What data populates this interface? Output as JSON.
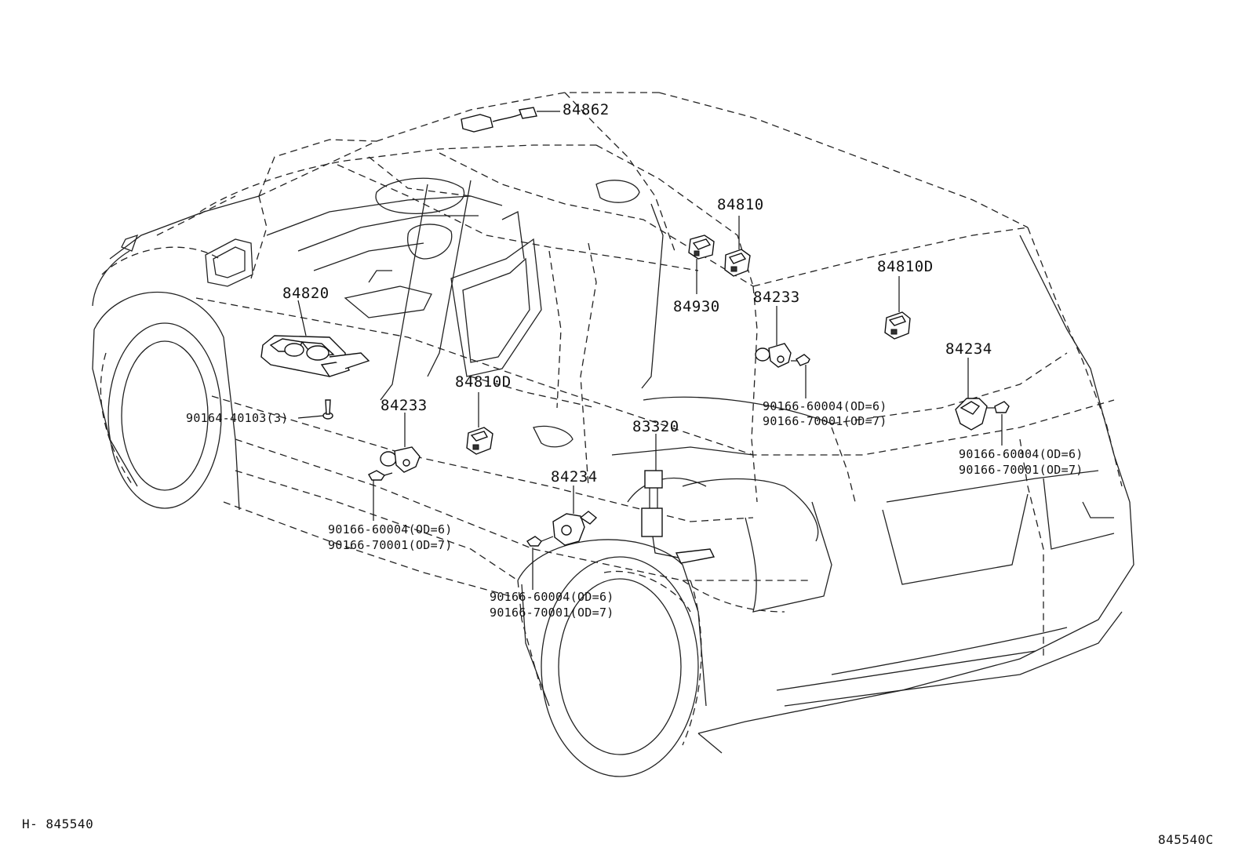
{
  "diagram": {
    "doc_ref": "H- 845540",
    "figure_ref": "845540C",
    "parts": {
      "p84862": "84862",
      "p84810": "84810",
      "p84930": "84930",
      "p84810D_right": "84810D",
      "p84233_right": "84233",
      "p84820": "84820",
      "p84234_right": "84234",
      "p84233_left": "84233",
      "p84810D_mid": "84810D",
      "p83320": "83320",
      "p84234_mid": "84234"
    },
    "fasteners": {
      "screw_84820": "90164-40103(3)",
      "right84233_a": "90166-60004(OD=6)",
      "right84233_b": "90166-70001(OD=7)",
      "right84234_a": "90166-60004(OD=6)",
      "right84234_b": "90166-70001(OD=7)",
      "left84233_a": "90166-60004(OD=6)",
      "left84233_b": "90166-70001(OD=7)",
      "mid84234_a": "90166-60004(OD=6)",
      "mid84234_b": "90166-70001(OD=7)"
    }
  }
}
